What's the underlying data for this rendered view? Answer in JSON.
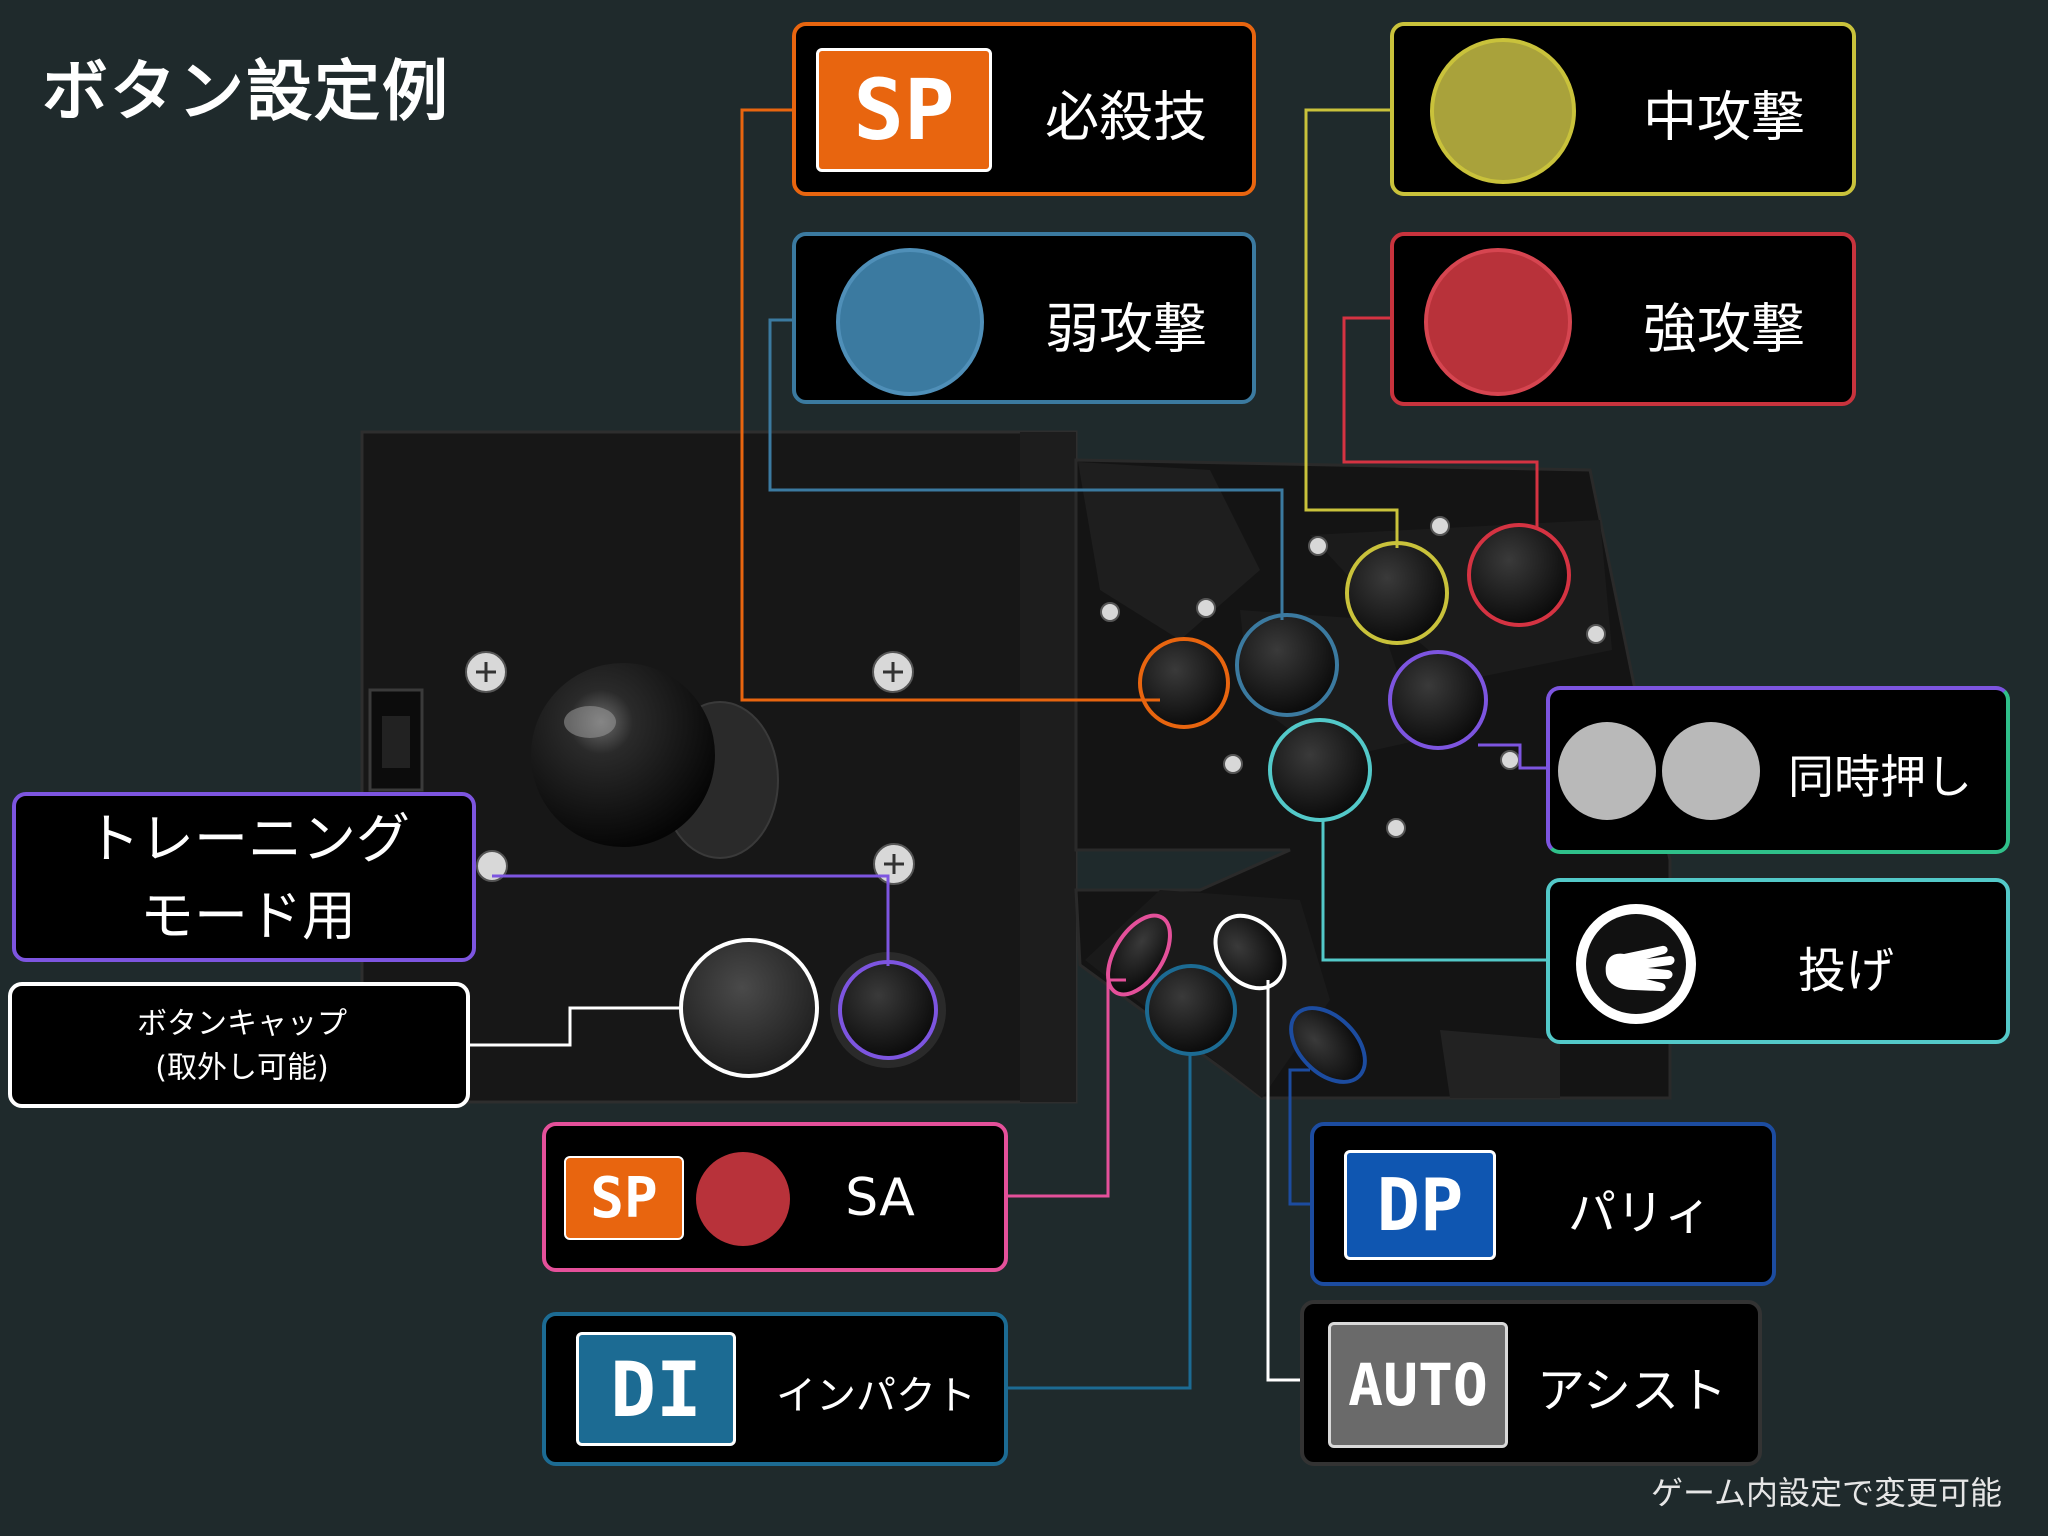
{
  "title": "ボタン設定例",
  "footnote": "ゲーム内設定で変更可能",
  "colors": {
    "background": "#1f2a2c",
    "orange": "#e8650f",
    "blue": "#3b7aa0",
    "olive": "#a9a23b",
    "red": "#b8323a",
    "green_purple": "#7d55e0",
    "cyan": "#53c9c9",
    "white": "#ffffff",
    "pink": "#e4509a",
    "dp_blue": "#0f56b1",
    "di_blue": "#1c6b93",
    "auto_gray": "#6a6a6a",
    "gray_button": "#b9b9b9",
    "sa_red": "#b8323a"
  },
  "labels": {
    "special": {
      "badge": "SP",
      "text": "必殺技"
    },
    "light": {
      "text": "弱攻撃"
    },
    "medium": {
      "text": "中攻撃"
    },
    "heavy": {
      "text": "強攻撃"
    },
    "simultaneous": {
      "text": "同時押し"
    },
    "throw": {
      "icon": "hand-icon",
      "text": "投げ"
    },
    "training": {
      "line1": "トレーニング",
      "line2": "モード用"
    },
    "cap": {
      "line1": "ボタンキャップ",
      "line2": "(取外し可能)"
    },
    "sa": {
      "badge": "SP",
      "text": "SA"
    },
    "parry": {
      "badge": "DP",
      "text": "パリィ"
    },
    "impact": {
      "badge": "DI",
      "text": "インパクト"
    },
    "assist": {
      "badge": "AUTO",
      "text": "アシスト"
    }
  }
}
